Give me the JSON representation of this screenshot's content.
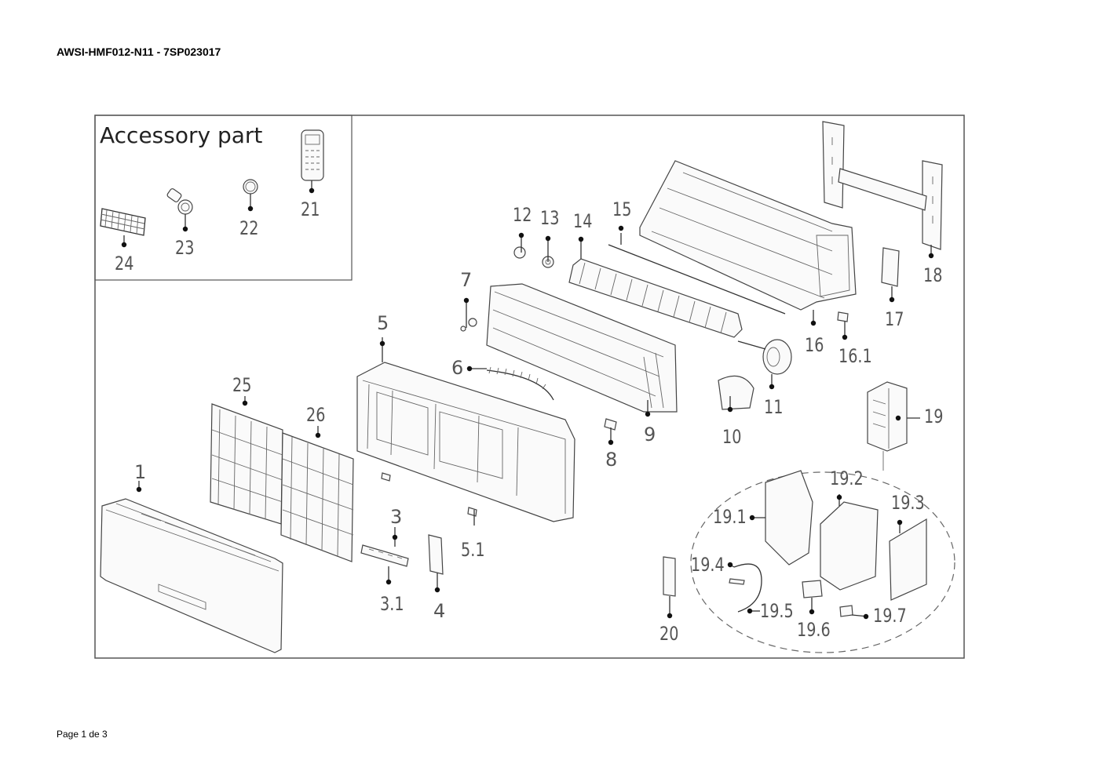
{
  "header": {
    "title": "AWSI-HMF012-N11 - 7SP023017"
  },
  "footer": {
    "page": "Page 1 de 3"
  },
  "accessory": {
    "title": "Accessory part",
    "labels": [
      "24",
      "23",
      "22",
      "21"
    ]
  },
  "parts": {
    "p1": "1",
    "p3": "3",
    "p3_1": "3.1",
    "p4": "4",
    "p5": "5",
    "p5_1": "5.1",
    "p6": "6",
    "p7": "7",
    "p8": "8",
    "p9": "9",
    "p10": "10",
    "p11": "11",
    "p12": "12",
    "p13": "13",
    "p14": "14",
    "p15": "15",
    "p16": "16",
    "p16_1": "16.1",
    "p17": "17",
    "p18": "18",
    "p19": "19",
    "p19_1": "19.1",
    "p19_2": "19.2",
    "p19_3": "19.3",
    "p19_4": "19.4",
    "p19_5": "19.5",
    "p19_6": "19.6",
    "p19_7": "19.7",
    "p20": "20",
    "p25": "25",
    "p26": "26"
  }
}
